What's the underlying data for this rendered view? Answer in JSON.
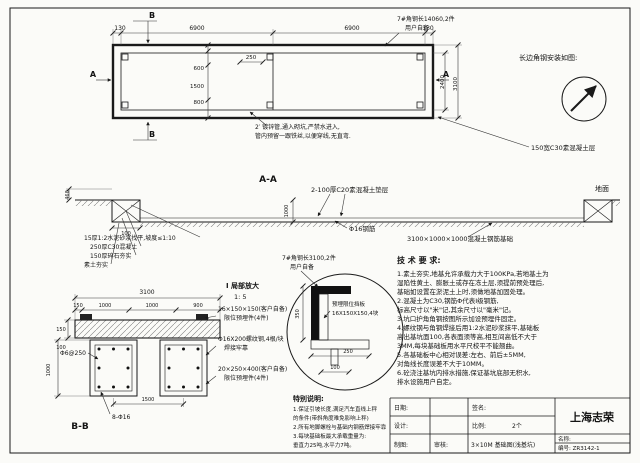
{
  "plan": {
    "b_top": "B",
    "b_bottom": "B",
    "a_left": "A",
    "a_right": "A",
    "note_angle": {
      "l1": "7#角钢长14060,2件",
      "l2": "用户自备"
    },
    "dims": {
      "top": [
        "130",
        "6900",
        "6900",
        "130"
      ],
      "left": [
        "600",
        "1500",
        "800"
      ],
      "d250": "250",
      "right_inner": "2400",
      "right_outer": "3100"
    },
    "note_pipe": {
      "l1": "2′ 镀锌管,通入砌坑,严禁水进入,",
      "l2": "管内预留一跟铁丝,以便穿线,无直弯."
    },
    "note_install": "长边角钢安装如图:",
    "note_strip": "150宽C30素混凝土层"
  },
  "aa": {
    "title": "A-A",
    "note_cushion": "2-100厚C20素混凝土垫层",
    "ground": "地面",
    "d460": "460",
    "d100": "100",
    "d1000": "1000",
    "note_rebar": "Φ16钢筋",
    "note_foundation": "3100×1000×1000混凝土钢筋基础",
    "layers": [
      "15厚1:2水泥砂浆找平,坡度≤1:10",
      "250厚C30混凝土",
      "150厚碎石夯实",
      "素土夯实"
    ]
  },
  "bb": {
    "title": "B-B",
    "d3100": "3100",
    "d150": "150",
    "d1000a": "1000",
    "d1000b": "1000",
    "d900": "900",
    "d150s": "150",
    "d100": "100",
    "d1000v": "1000",
    "d1500": "1500",
    "stirrup": "Φ6@250",
    "rebar": "8-Φ16",
    "plate1": {
      "l1": "16×150×150(客户自备)",
      "l2": "限位预埋件(4件)"
    },
    "bolt": {
      "l1": "Φ16X200螺纹钢,4根/块",
      "l2": "焊接牢靠"
    },
    "plate2": {
      "l1": "20×250×400(客户自备)",
      "l2": "限位预埋件(4件)"
    }
  },
  "detail": {
    "title": "I 局部放大",
    "scale": "1: 5",
    "note_angle": {
      "l1": "7#角钢长3100,2件",
      "l2": "用户自备"
    },
    "note_plate": {
      "l1": "预埋限位挡板",
      "l2": "16X150X150,4块"
    },
    "d350": "350",
    "d250": "250",
    "d100": "100"
  },
  "tech": {
    "title": "技 术 要 求:",
    "lines": [
      "1.素土夯实,地基允许承载力大于100KPa,若地基土为",
      "湿陷性黄土、膨胀土或存在冻土层,须提前预处理后,",
      "基础如设置在淤泥土上时,须做地基加固处理。",
      "2.混凝土为C30,钢筋Φ代表I级钢筋,",
      "标高尺寸以\"米\"记,其余尺寸以\"毫米\"记。",
      "3.坑口护角角钢按图所示加设预埋件固定。",
      "4.螺纹钢与角钢焊接后用1:2水泥砂浆抹平,基础板",
      "高出基坑面100,各表面须等高,相互间高低不大于",
      "3MM,每块基础板用水平尺校平不能翘曲。",
      "5.各基础板中心相对误差:左右、前后±5MM,",
      "对角线长度误差不大于10MM。",
      "6.砼浇注基坑内排水措施,保证基坑底部无积水,",
      "排水设施用户自定。"
    ]
  },
  "special": {
    "title": "特别说明:",
    "lines": [
      "1.保证引坡长度,满足汽车直线上秤",
      "的条件(带斜角度难免影响上秤)",
      "2.所有地脚螺栓与基础内钢筋焊接牢靠",
      "3.每块基础板最大承载重量为:",
      "垂直力25吨,水平力7吨。"
    ]
  },
  "titleblock": {
    "company": "上海志荣",
    "date": "日期:",
    "sign": "签名:",
    "design": "设计:",
    "scale_label": "比例:",
    "scale_value": "2个",
    "draft": "制图:",
    "check": "审核:",
    "drawing": "3×10M 基础图(浅基坑)",
    "name": "名称:",
    "number": "编号: ZR3142-1"
  }
}
